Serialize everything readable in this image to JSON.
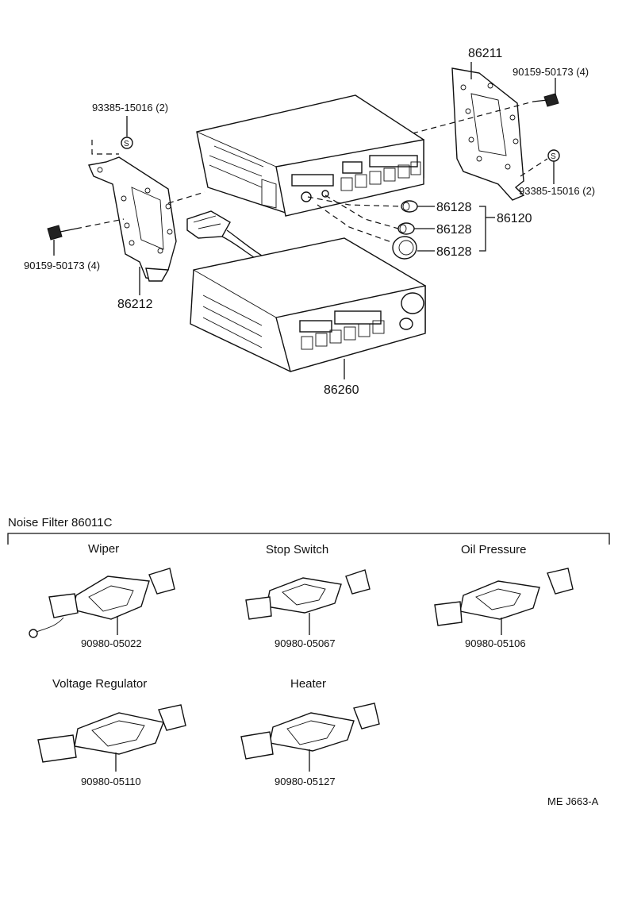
{
  "parts": {
    "bracket_right": "86211",
    "screw_right": "90159-50173 (4)",
    "clip_top_left": "93385-15016 (2)",
    "clip_right": "93385-15016 (2)",
    "screw_left": "90159-50173 (4)",
    "bracket_left": "86212",
    "knob_a": "86128",
    "knob_b": "86128",
    "knob_c": "86128",
    "knob_set": "86120",
    "radio_unit": "86260",
    "clip_symbol": "S"
  },
  "noise_filter": {
    "title": "Noise Filter 86011C",
    "items": [
      {
        "caption": "Wiper",
        "part_no": "90980-05022"
      },
      {
        "caption": "Stop Switch",
        "part_no": "90980-05067"
      },
      {
        "caption": "Oil Pressure",
        "part_no": "90980-05106"
      },
      {
        "caption": "Voltage Regulator",
        "part_no": "90980-05110"
      },
      {
        "caption": "Heater",
        "part_no": "90980-05127"
      }
    ]
  },
  "footer": {
    "ref_code": "ME  J663-A"
  }
}
